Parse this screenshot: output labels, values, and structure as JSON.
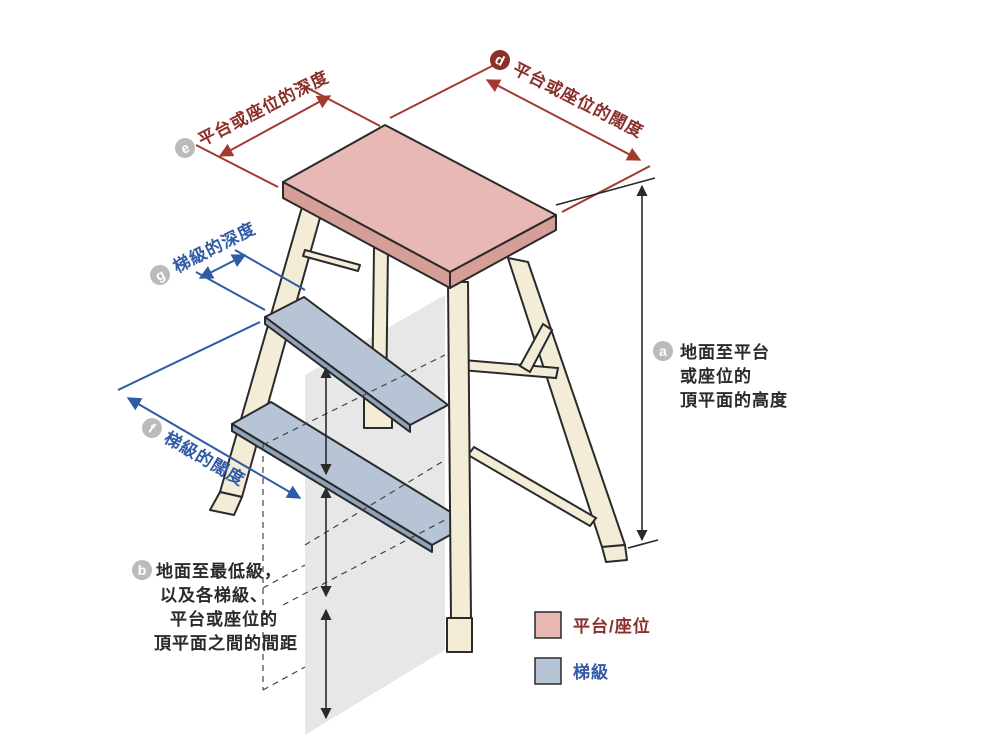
{
  "labels": {
    "a": {
      "letter": "a",
      "lines": [
        "地面至平台",
        "或座位的",
        "頂平面的高度"
      ]
    },
    "b": {
      "letter": "b",
      "lines": [
        "地面至最低級，",
        "以及各梯級、",
        "平台或座位的",
        "頂平面之間的間距"
      ]
    },
    "d": {
      "letter": "d",
      "text": "平台或座位的闊度"
    },
    "e": {
      "letter": "e",
      "text": "平台或座位的深度"
    },
    "f": {
      "letter": "f",
      "text": "梯級的闊度"
    },
    "g": {
      "letter": "g",
      "text": "梯級的深度"
    }
  },
  "legend": {
    "platform": {
      "text": "平台/座位",
      "color": "#e8b9b4"
    },
    "step": {
      "text": "梯級",
      "color": "#b6c4d6"
    }
  },
  "colors": {
    "frame": "#f3ecd6",
    "outline": "#2a2a2a",
    "platform": "#e8b9b4",
    "step": "#b6c4d6",
    "platform_dim": "#a33a2f",
    "step_dim": "#2f5aa6",
    "height_dim": "#2a2a2a",
    "plane": "#e3e3e3"
  }
}
